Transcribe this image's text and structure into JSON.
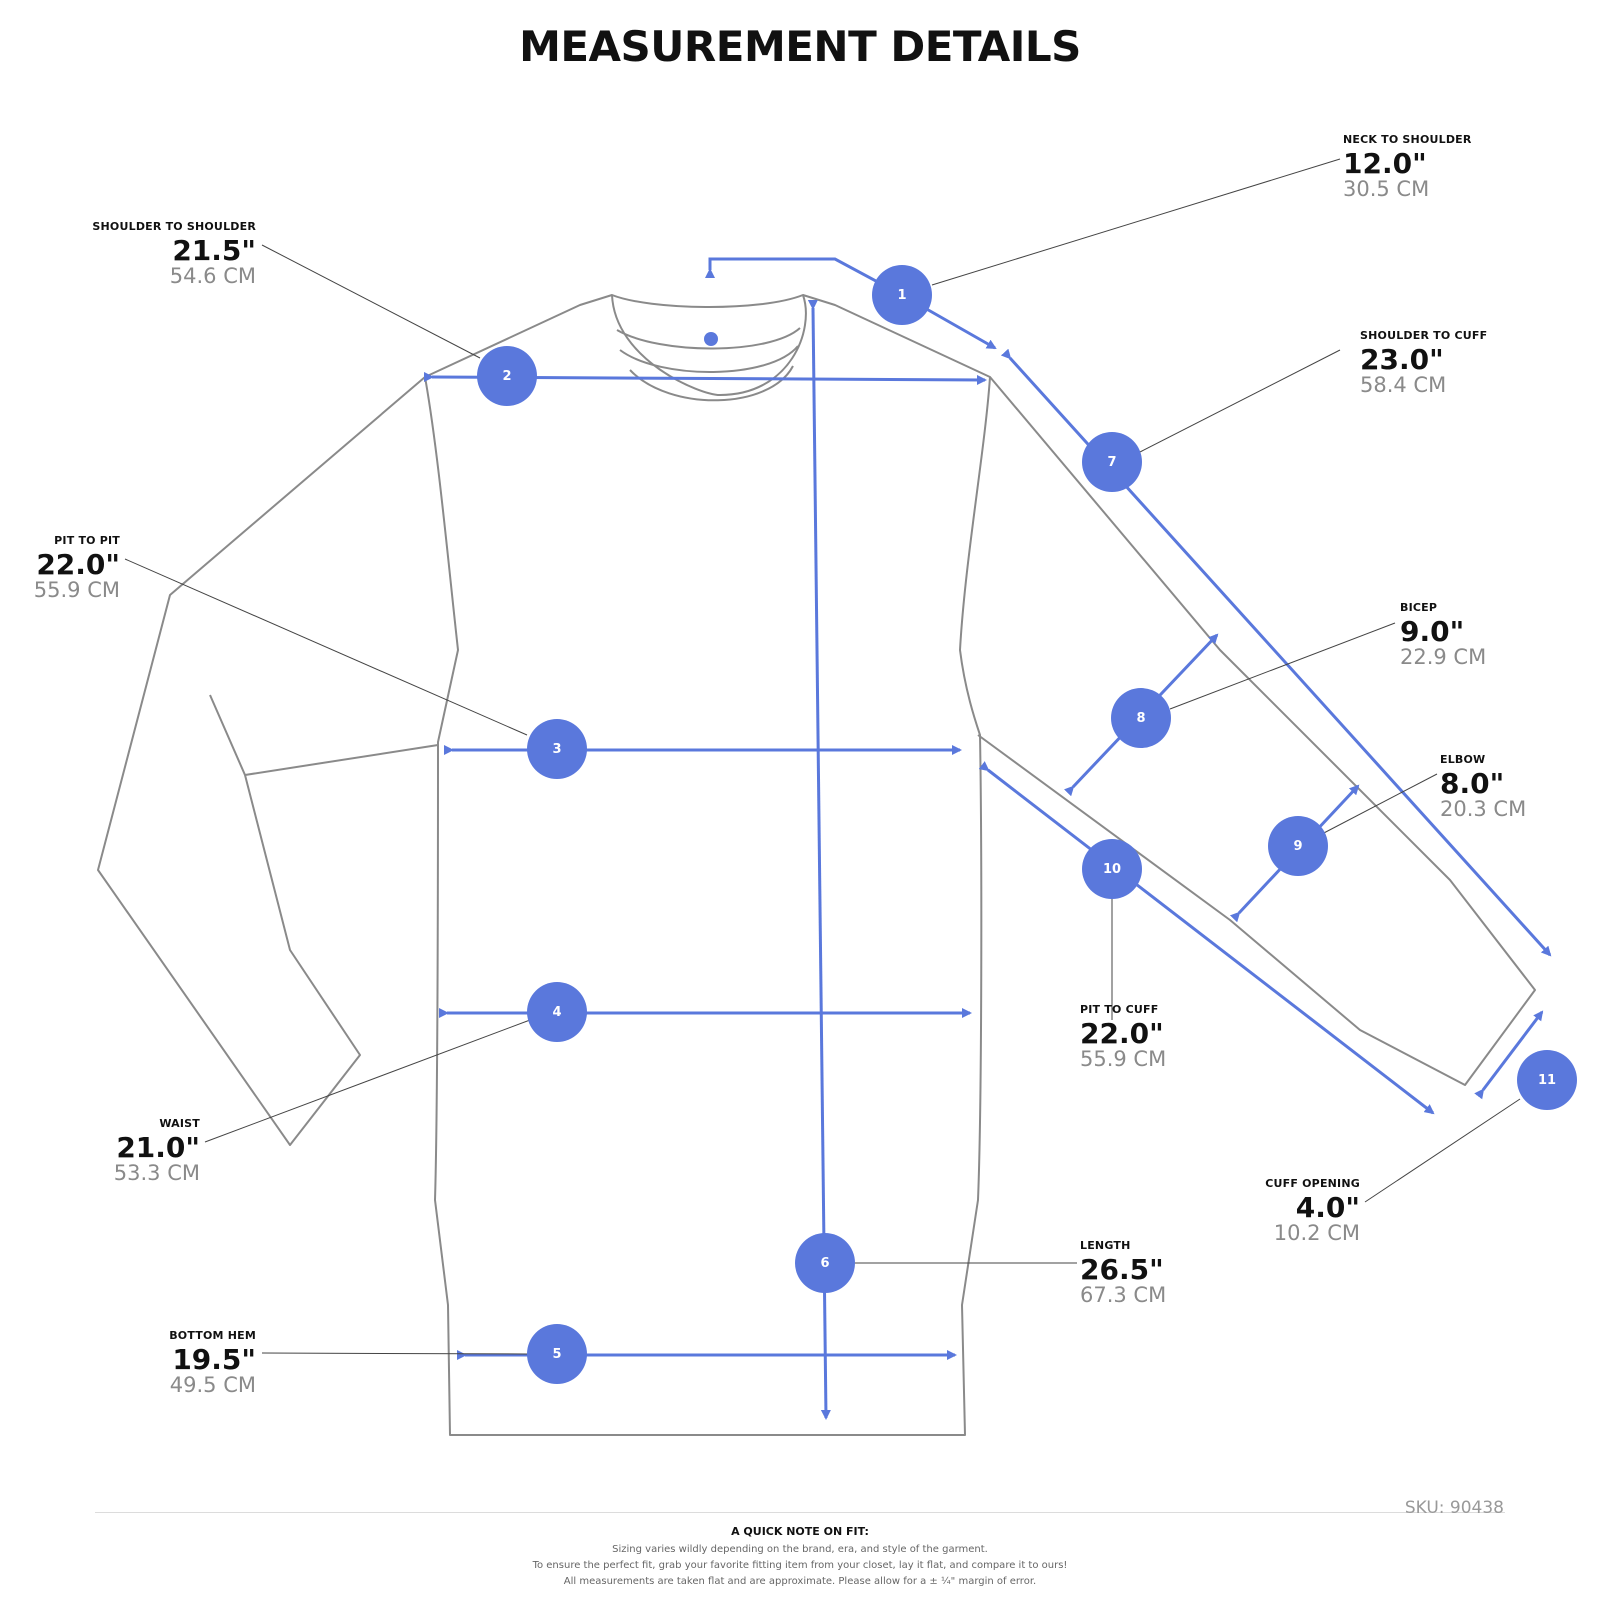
{
  "title": "MEASUREMENT DETAILS",
  "accent_color": "#5a78dc",
  "measurements": [
    {
      "number": "1",
      "label": "NECK TO SHOULDER",
      "inches": "12.0\"",
      "cm": "30.5 CM"
    },
    {
      "number": "2",
      "label": "SHOULDER TO SHOULDER",
      "inches": "21.5\"",
      "cm": "54.6 CM"
    },
    {
      "number": "3",
      "label": "PIT TO PIT",
      "inches": "22.0\"",
      "cm": "55.9 CM"
    },
    {
      "number": "4",
      "label": "WAIST",
      "inches": "21.0\"",
      "cm": "53.3 CM"
    },
    {
      "number": "5",
      "label": "BOTTOM HEM",
      "inches": "19.5\"",
      "cm": "49.5 CM"
    },
    {
      "number": "6",
      "label": "LENGTH",
      "inches": "26.5\"",
      "cm": "67.3 CM"
    },
    {
      "number": "7",
      "label": "SHOULDER TO CUFF",
      "inches": "23.0\"",
      "cm": "58.4 CM"
    },
    {
      "number": "8",
      "label": "BICEP",
      "inches": "9.0\"",
      "cm": "22.9 CM"
    },
    {
      "number": "9",
      "label": "ELBOW",
      "inches": "8.0\"",
      "cm": "20.3 CM"
    },
    {
      "number": "10",
      "label": "PIT TO CUFF",
      "inches": "22.0\"",
      "cm": "55.9 CM"
    },
    {
      "number": "11",
      "label": "CUFF OPENING",
      "inches": "4.0\"",
      "cm": "10.2 CM"
    }
  ],
  "sku": "SKU: 90438",
  "fit_note": {
    "heading": "A QUICK NOTE ON FIT:",
    "lines": [
      "Sizing varies wildly depending on the brand, era, and style of the garment.",
      "To ensure the perfect fit, grab your favorite fitting item from your closet, lay it flat, and compare it to ours!",
      "All measurements are taken flat and are approximate. Please allow for a ± ¼\" margin of error."
    ]
  }
}
